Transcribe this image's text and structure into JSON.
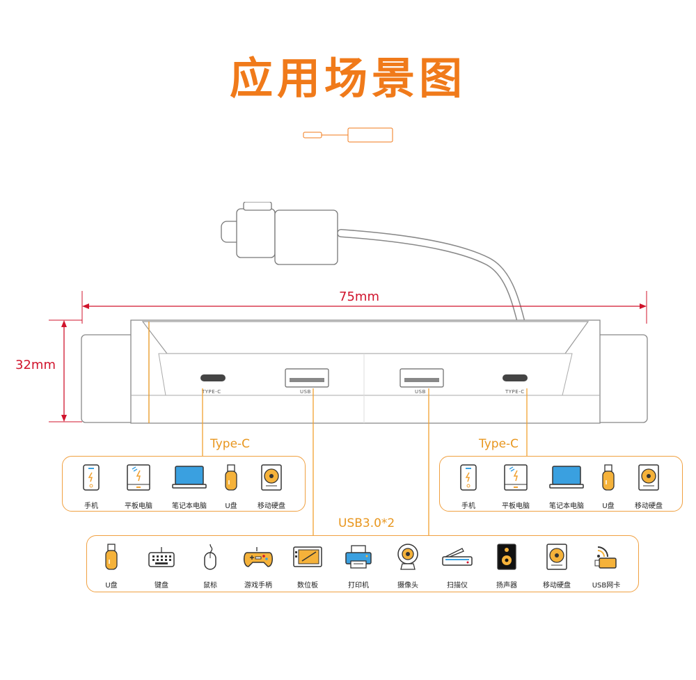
{
  "title": "应用场景图",
  "dimensions": {
    "width": "75mm",
    "height": "32mm"
  },
  "ports": {
    "typec_left": "TYPE-C",
    "usb_left": "USB",
    "usb_right": "USB",
    "typec_right": "TYPE-C"
  },
  "groups": {
    "typec_left": {
      "label": "Type-C",
      "items": [
        "手机",
        "平板电脑",
        "笔记本电脑",
        "U盘",
        "移动硬盘"
      ]
    },
    "typec_right": {
      "label": "Type-C",
      "items": [
        "手机",
        "平板电脑",
        "笔记本电脑",
        "U盘",
        "移动硬盘"
      ]
    },
    "usb": {
      "label": "USB3.0*2",
      "items": [
        "U盘",
        "键盘",
        "鼠标",
        "游戏手柄",
        "数位板",
        "打印机",
        "摄像头",
        "扫描仪",
        "扬声器",
        "移动硬盘",
        "USB网卡"
      ]
    }
  },
  "colors": {
    "accent": "#f07a1a",
    "box_border": "#f0a040",
    "dimension": "#d0142c",
    "connector_line": "#f0a030"
  }
}
